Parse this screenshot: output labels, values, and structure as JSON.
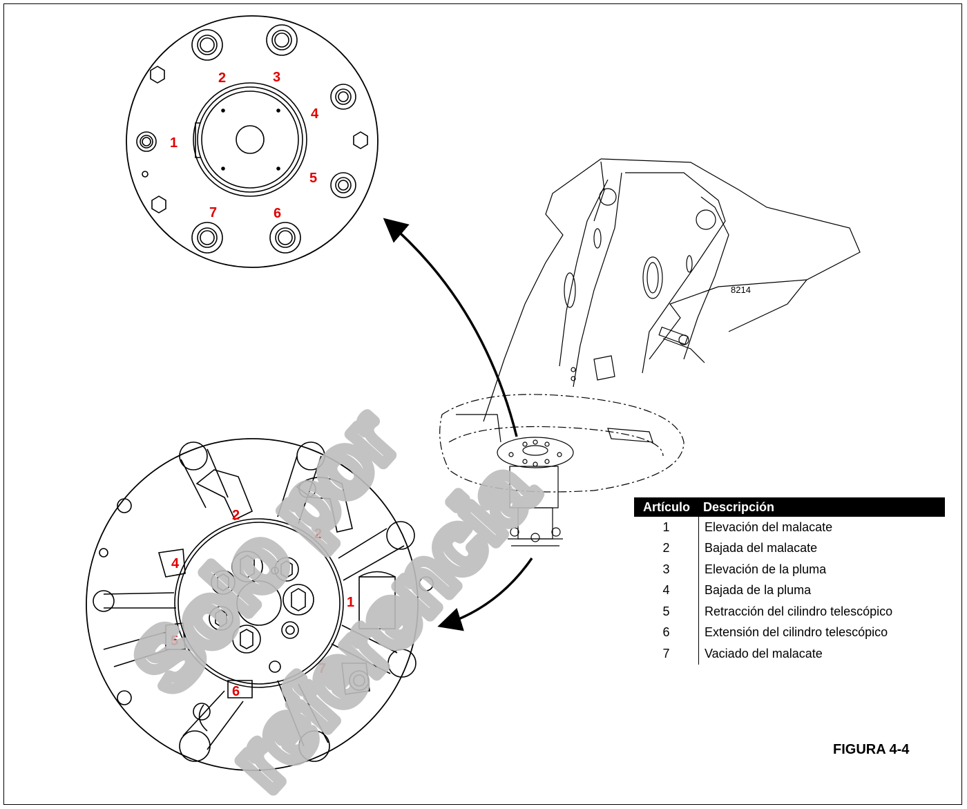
{
  "callouts_top": [
    "1",
    "2",
    "3",
    "4",
    "5",
    "6",
    "7"
  ],
  "callouts_bottom": [
    "1",
    "2",
    "2",
    "4",
    "5",
    "6",
    "7"
  ],
  "drawing_number": "8214",
  "watermark": {
    "line1": "Solo por",
    "line2": "referencia"
  },
  "legend": {
    "col_item": "Artículo",
    "col_desc": "Descripción",
    "rows": [
      {
        "item": "1",
        "desc": "Elevación del malacate"
      },
      {
        "item": "2",
        "desc": "Bajada del malacate"
      },
      {
        "item": "3",
        "desc": "Elevación de la pluma"
      },
      {
        "item": "4",
        "desc": "Bajada de la pluma"
      },
      {
        "item": "5",
        "desc": "Retracción del cilindro telescópico"
      },
      {
        "item": "6",
        "desc": "Extensión del cilindro telescópico"
      },
      {
        "item": "7",
        "desc": "Vaciado del malacate"
      }
    ]
  },
  "figure_label": "FIGURA 4-4",
  "colors": {
    "callout": "#e00000",
    "watermark": "#bdbdbd",
    "line": "#000000"
  }
}
